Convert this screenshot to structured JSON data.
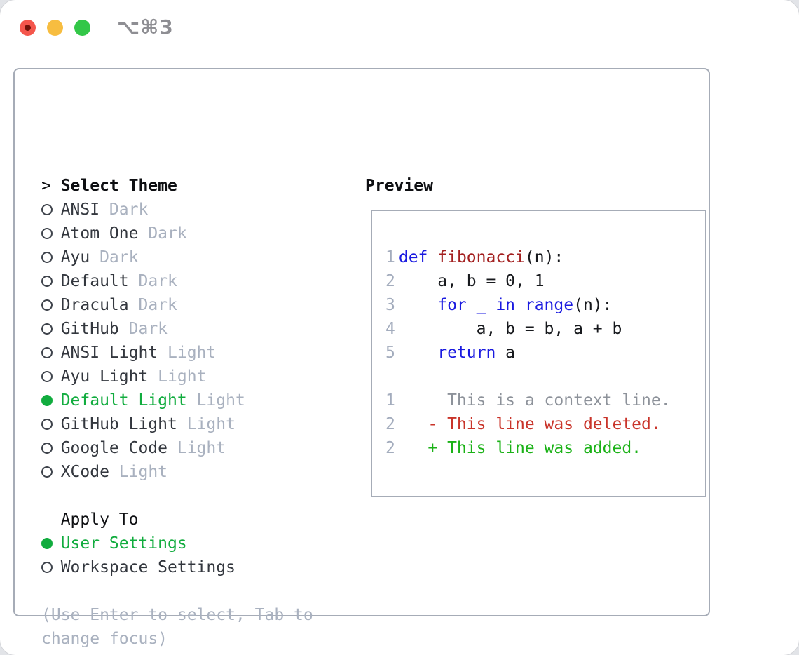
{
  "window": {
    "title": "⌥⌘3"
  },
  "colors": {
    "accent-green": "#11AC3E",
    "keyword-blue": "#1A1AE0",
    "function-red": "#A32020",
    "diff-del-red": "#C9342A",
    "diff-add-green": "#1BB217",
    "muted-gray": "#A9B1BF",
    "line-number-gray": "#A3ACBD",
    "context-gray": "#8D929A",
    "text-dark": "#33373E",
    "heading-black": "#0E0F12",
    "border-gray": "#A6ACB7",
    "title-gray": "#8E8E93",
    "traffic-red": "#F4564C",
    "traffic-red-dot": "#701209",
    "traffic-yellow": "#F7BD40",
    "traffic-green": "#33C748"
  },
  "theme_list": {
    "cursor": ">",
    "header": "Select Theme",
    "items": [
      {
        "label": "ANSI",
        "tag": "Dark",
        "selected": false
      },
      {
        "label": "Atom One",
        "tag": "Dark",
        "selected": false
      },
      {
        "label": "Ayu",
        "tag": "Dark",
        "selected": false
      },
      {
        "label": "Default",
        "tag": "Dark",
        "selected": false
      },
      {
        "label": "Dracula",
        "tag": "Dark",
        "selected": false
      },
      {
        "label": "GitHub",
        "tag": "Dark",
        "selected": false
      },
      {
        "label": "ANSI Light",
        "tag": "Light",
        "selected": false
      },
      {
        "label": "Ayu Light",
        "tag": "Light",
        "selected": false
      },
      {
        "label": "Default Light",
        "tag": "Light",
        "selected": true
      },
      {
        "label": "GitHub Light",
        "tag": "Light",
        "selected": false
      },
      {
        "label": "Google Code",
        "tag": "Light",
        "selected": false
      },
      {
        "label": "XCode",
        "tag": "Light",
        "selected": false
      }
    ]
  },
  "apply_to": {
    "header": "Apply To",
    "items": [
      {
        "label": "User Settings",
        "selected": true
      },
      {
        "label": "Workspace Settings",
        "selected": false
      }
    ]
  },
  "hint_lines": [
    "(Use Enter to select, Tab to",
    "change focus)"
  ],
  "preview": {
    "header": "Preview",
    "lines": [
      {
        "n": "1",
        "segs": [
          {
            "t": "def",
            "c": "kw"
          },
          {
            "t": " ",
            "c": "pl"
          },
          {
            "t": "fibonacci",
            "c": "fn"
          },
          {
            "t": "(n):",
            "c": "pl"
          }
        ]
      },
      {
        "n": "2",
        "segs": [
          {
            "t": "    a, b = 0, 1",
            "c": "pl"
          }
        ]
      },
      {
        "n": "3",
        "segs": [
          {
            "t": "    ",
            "c": "pl"
          },
          {
            "t": "for _ in range",
            "c": "kw"
          },
          {
            "t": "(n):",
            "c": "pl"
          }
        ]
      },
      {
        "n": "4",
        "segs": [
          {
            "t": "        a, b = b, a + b",
            "c": "pl"
          }
        ]
      },
      {
        "n": "5",
        "segs": [
          {
            "t": "    ",
            "c": "pl"
          },
          {
            "t": "return",
            "c": "kw"
          },
          {
            "t": " a",
            "c": "pl"
          }
        ]
      },
      {
        "n": "",
        "segs": []
      },
      {
        "n": "1",
        "segs": [
          {
            "t": "     This is a context line.",
            "c": "ctx"
          }
        ]
      },
      {
        "n": "2",
        "segs": [
          {
            "t": "   - This line was deleted.",
            "c": "del"
          }
        ]
      },
      {
        "n": "2",
        "segs": [
          {
            "t": "   + This line was added.",
            "c": "add"
          }
        ]
      }
    ]
  }
}
